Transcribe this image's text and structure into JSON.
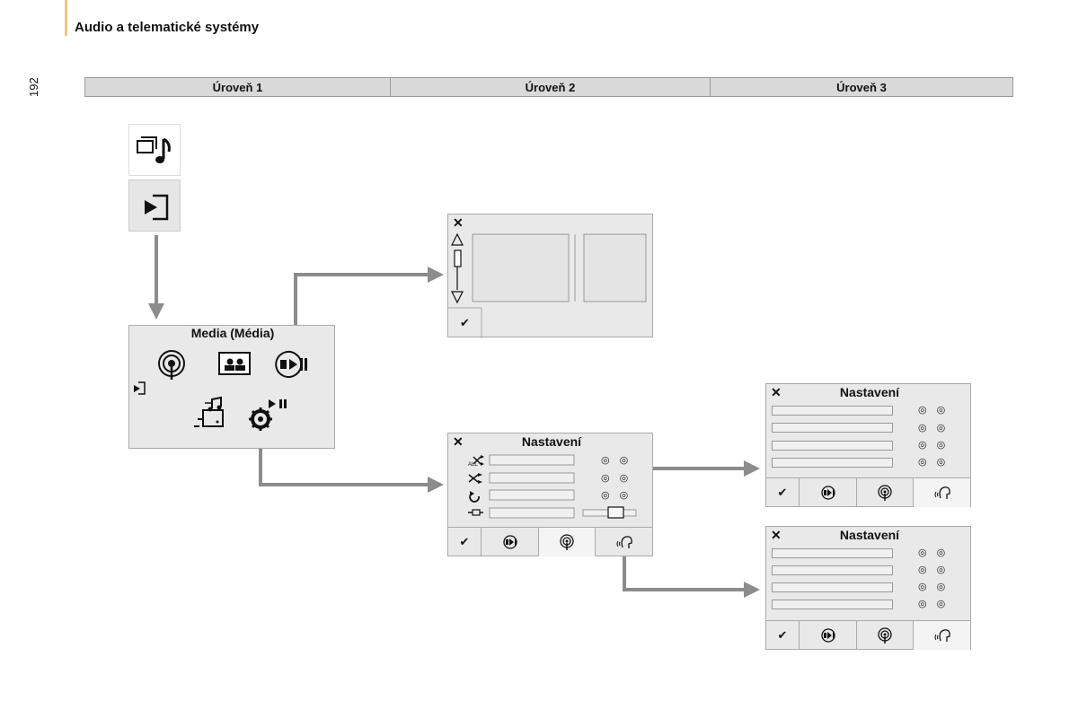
{
  "header": {
    "title": "Audio a telematické systémy",
    "page_number": "192"
  },
  "levels": [
    "Úroveň 1",
    "Úroveň 2",
    "Úroveň 3"
  ],
  "media_panel": {
    "title": "Media (Média)"
  },
  "settings_title": "Nastavení",
  "symbols": {
    "close": "✕",
    "check": "✔",
    "radio_dots": "◎ ◎"
  },
  "colors": {
    "arrow": "#8c8c8c",
    "panel_bg": "#e9e9e9",
    "header_bar": "#f0c77a"
  }
}
